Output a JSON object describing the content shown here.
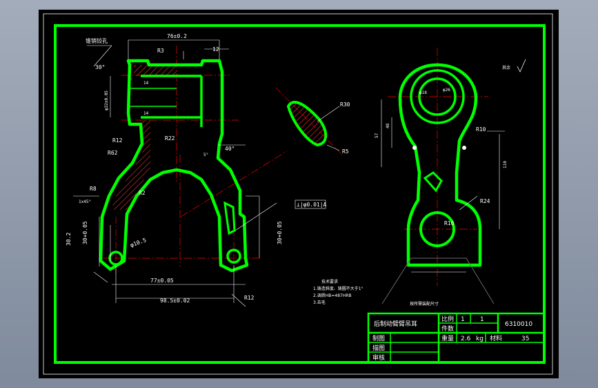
{
  "colors": {
    "background": "#000000",
    "frame": "#00ff00",
    "dimension": "#ffffff",
    "centerline": "#ff0000",
    "hatch": "#ff3333",
    "cutting": "#6a6a6a"
  },
  "title_block": {
    "part_name": "后制动臂臂吊耳",
    "drawing_no": "6310010",
    "scale_label": "比例",
    "scale_value": "1",
    "scale_sep": "1",
    "qty_label": "件数",
    "weight_label": "重量",
    "weight_value": "2.6",
    "weight_unit": "kg",
    "material_label": "材料",
    "material_value": "35",
    "drawn_label": "制图",
    "designed_label": "描图",
    "checked_label": "审核"
  },
  "tech_requirements": {
    "title": "技术要求",
    "items": [
      "1.铸造斜度、铸圆不大于1°",
      "2.调质HB=487HRB",
      "3.去毛"
    ]
  },
  "roughness_note": "其余",
  "dimensions": {
    "top_width": "76±0.2",
    "top_fillet": "R3",
    "top_right": "12",
    "left_angle": "30°",
    "left_note": "锥销铰孔",
    "d_14_top": "14",
    "d_14_bottom": "14",
    "phi_32": "φ32±0.05",
    "r_12": "R12",
    "r_62": "R62",
    "r_22": "R22",
    "r_2": "R2",
    "r_8": "R8",
    "chamfer": "1x45°",
    "tolerance_box": "⊥|φ0.01|A",
    "phi_105": "φ10.5",
    "dim_302": "30.2",
    "dim_30_left": "30+0.05",
    "dim_30_right": "30+0.05",
    "angle_40": "40°",
    "angle_5": "5°",
    "dim_77": "77±0.05",
    "dim_985": "98.5±0.02",
    "r_12b": "R12",
    "r_30": "R30",
    "r_5": "R5",
    "b_r10": "R10",
    "b_phi_18": "φ18",
    "b_phi_26": "φ26",
    "b_57": "57",
    "b_48": "48",
    "b_110": "110",
    "b_r24": "R24",
    "b_r16": "R16",
    "b_base_note": "按所需装配尺寸"
  }
}
